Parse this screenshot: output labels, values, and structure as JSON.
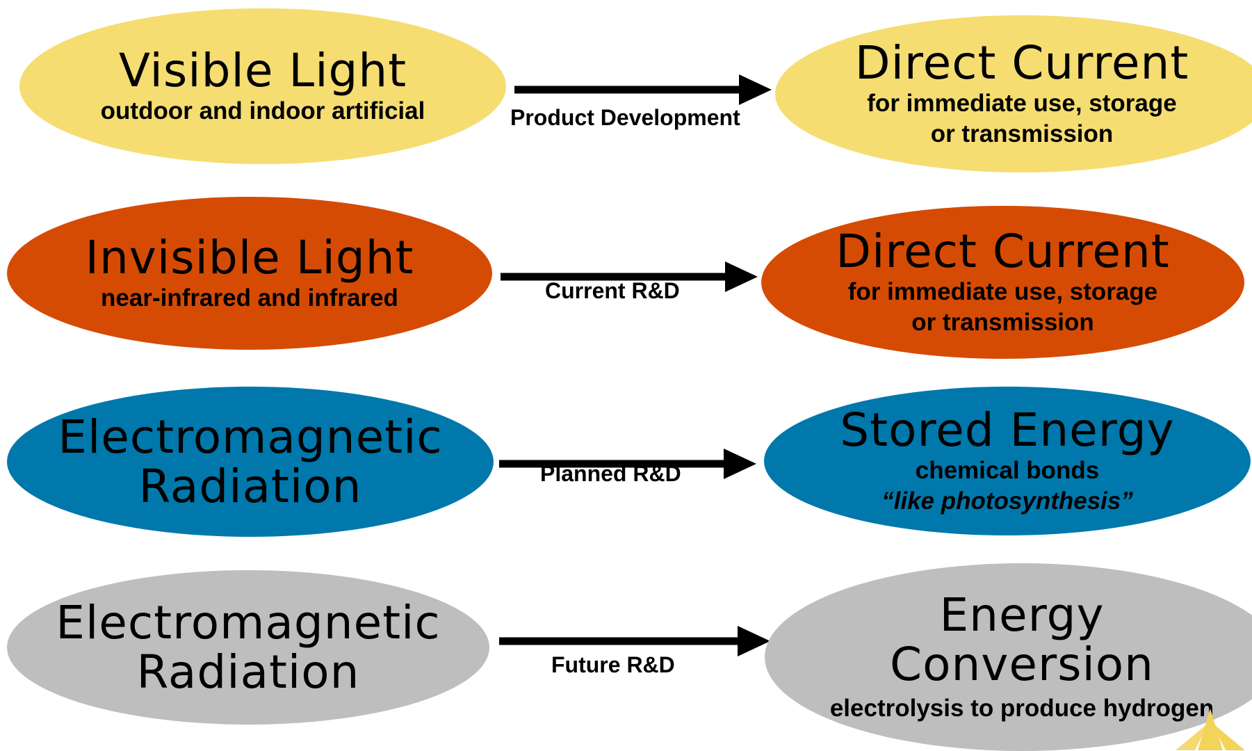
{
  "colors": {
    "yellow": "#f5dd72",
    "orange": "#d64b04",
    "blue": "#0078ac",
    "gray": "#bebebe",
    "arrow": "#000000",
    "logo": "#f3d35a"
  },
  "rows": [
    {
      "source": {
        "title": "Visible Light",
        "subtitle": "outdoor and indoor artificial"
      },
      "arrow_label": "Product Development",
      "target": {
        "title": "Direct Current",
        "subtitle_line1": "for immediate use, storage",
        "subtitle_line2": "or transmission"
      }
    },
    {
      "source": {
        "title": "Invisible Light",
        "subtitle": "near-infrared and infrared"
      },
      "arrow_label": "Current R&D",
      "target": {
        "title": "Direct Current",
        "subtitle_line1": "for immediate use, storage",
        "subtitle_line2": "or transmission"
      }
    },
    {
      "source": {
        "title_line1": "Electromagnetic",
        "title_line2": "Radiation"
      },
      "arrow_label": "Planned R&D",
      "target": {
        "title": "Stored Energy",
        "subtitle_line1": "chemical bonds",
        "subtitle_line2": "“like photosynthesis”"
      }
    },
    {
      "source": {
        "title_line1": "Electromagnetic",
        "title_line2": "Radiation"
      },
      "arrow_label": "Future R&D",
      "target": {
        "title_line1": "Energy",
        "title_line2": "Conversion",
        "subtitle": "electrolysis to produce hydrogen"
      }
    }
  ]
}
